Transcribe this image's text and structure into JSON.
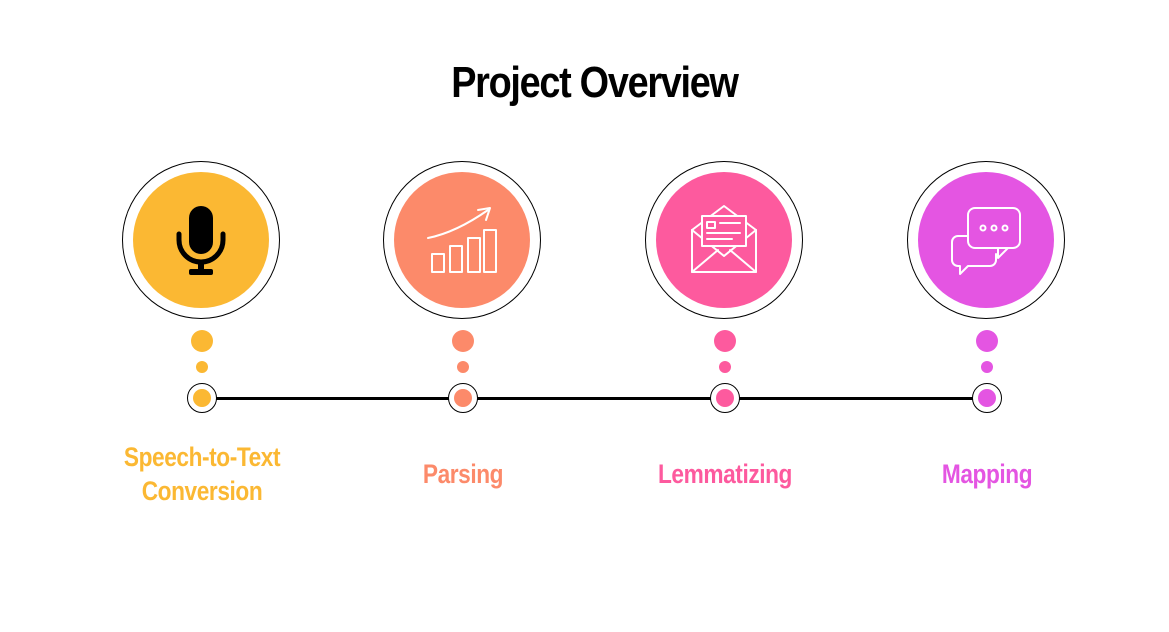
{
  "title": "Project Overview",
  "steps": [
    {
      "label": "Speech-to-Text\nConversion",
      "color": "#FBB833",
      "icon": "microphone-icon"
    },
    {
      "label": "Parsing",
      "color": "#FC8A6A",
      "icon": "growth-chart-icon"
    },
    {
      "label": "Lemmatizing",
      "color": "#FD5A9E",
      "icon": "open-envelope-icon"
    },
    {
      "label": "Mapping",
      "color": "#E455E2",
      "icon": "chat-bubbles-icon"
    }
  ]
}
